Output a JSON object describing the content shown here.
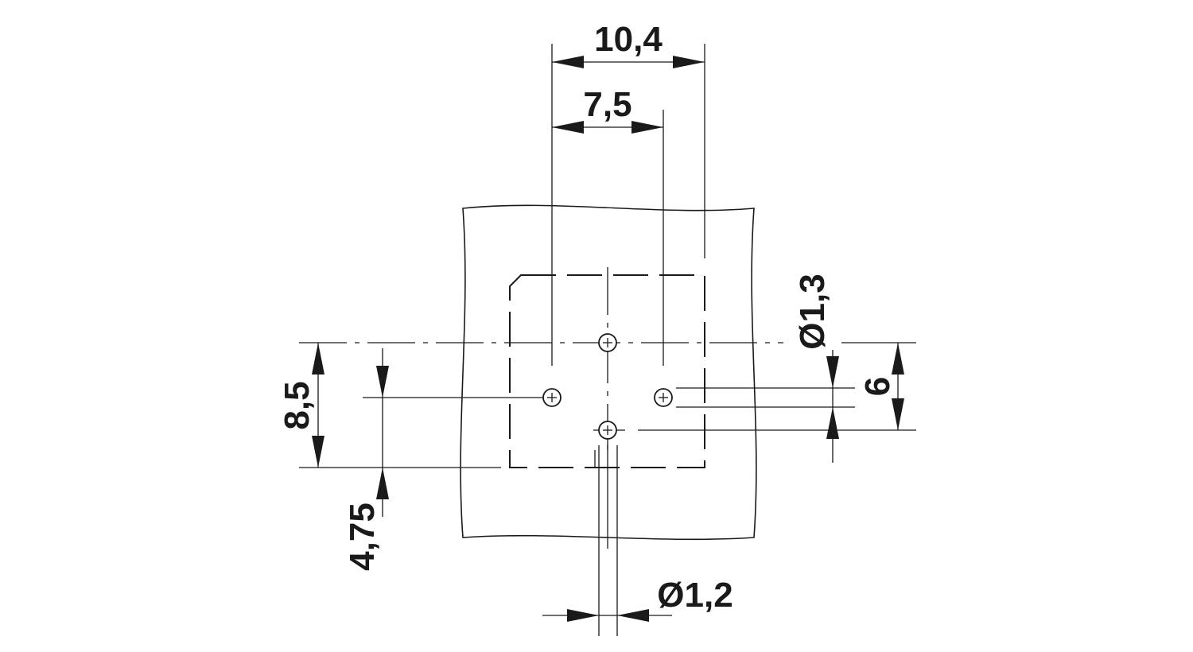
{
  "dimensions": {
    "width_total": "10,4",
    "width_pins": "7,5",
    "height_total": "8,5",
    "height_offset": "4,75",
    "pin_spacing": "6",
    "hole_diameter_top": "Ø1,3",
    "hole_diameter_bottom": "Ø1,2"
  },
  "colors": {
    "line": "#1a1a1a",
    "background": "#ffffff"
  }
}
